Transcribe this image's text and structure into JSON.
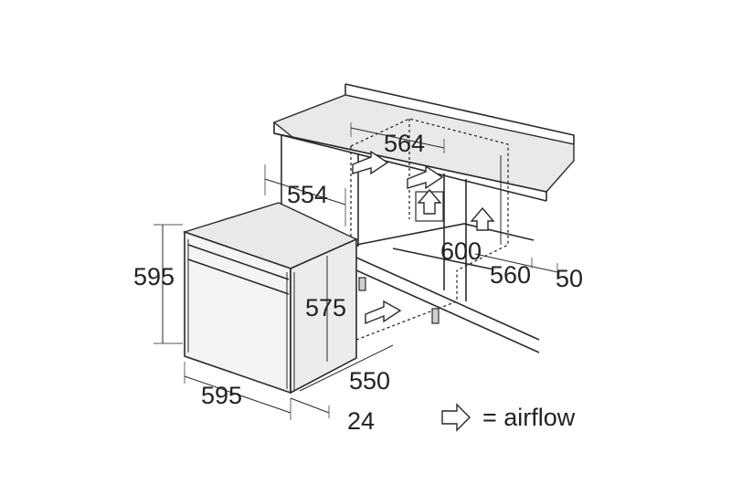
{
  "dimensions": {
    "niche_width": "564",
    "oven_depth_top": "554",
    "oven_height": "595",
    "oven_inner_height": "575",
    "niche_height": "600",
    "niche_depth": "560",
    "rear_gap": "50",
    "oven_width": "595",
    "niche_floor_depth": "550",
    "front_protrusion": "24"
  },
  "legend": {
    "symbol": "hollow-arrow",
    "label": "= airflow"
  }
}
